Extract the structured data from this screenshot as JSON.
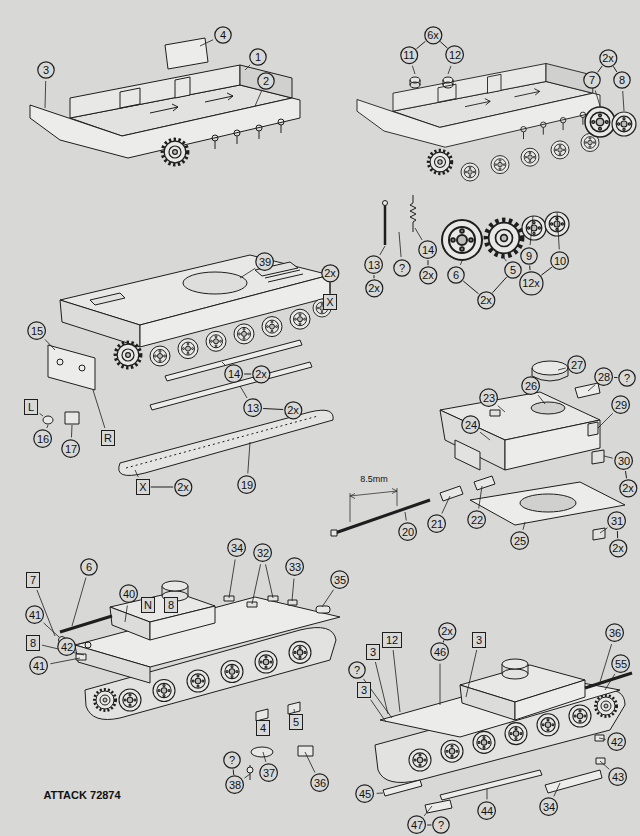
{
  "diagram": {
    "nodes": [
      {
        "text": [
          "4"
        ]
      },
      {
        "text": [
          "3"
        ]
      },
      {
        "text": [
          "1"
        ]
      },
      {
        "text": [
          "2"
        ]
      },
      {
        "text": [
          "6x"
        ]
      },
      {
        "text": [
          "11"
        ]
      },
      {
        "text": [
          "12"
        ]
      },
      {
        "text": [
          "2x"
        ]
      },
      {
        "text": [
          "7"
        ]
      },
      {
        "text": [
          "8"
        ]
      },
      {
        "text": [
          "14"
        ]
      },
      {
        "text": [
          "9"
        ]
      },
      {
        "text": [
          "10"
        ]
      },
      {
        "text": [
          "13"
        ]
      },
      {
        "text": [
          "?"
        ]
      },
      {
        "text": [
          "5"
        ]
      },
      {
        "text": [
          "2x"
        ]
      },
      {
        "text": [
          "6"
        ]
      },
      {
        "text": [
          "12x"
        ]
      },
      {
        "text": [
          "2x"
        ]
      },
      {
        "text": [
          "2x"
        ]
      },
      {
        "text": [
          "39"
        ]
      },
      {
        "text": [
          "2x"
        ]
      },
      {
        "text": [
          "X"
        ]
      },
      {
        "text": [
          "15"
        ]
      },
      {
        "text": [
          "14"
        ]
      },
      {
        "text": [
          "2x"
        ]
      },
      {
        "text": [
          "L"
        ]
      },
      {
        "text": [
          "13"
        ]
      },
      {
        "text": [
          "2x"
        ]
      },
      {
        "text": [
          "16"
        ]
      },
      {
        "text": [
          "R"
        ]
      },
      {
        "text": [
          "17"
        ]
      },
      {
        "text": [
          "X"
        ]
      },
      {
        "text": [
          "2x"
        ]
      },
      {
        "text": [
          "19"
        ]
      },
      {
        "text": [
          "27"
        ]
      },
      {
        "text": [
          "28"
        ]
      },
      {
        "text": [
          "?"
        ]
      },
      {
        "text": [
          "26"
        ]
      },
      {
        "text": [
          "23"
        ]
      },
      {
        "text": [
          "29"
        ]
      },
      {
        "text": [
          "24"
        ]
      },
      {
        "text": [
          "30"
        ]
      },
      {
        "text": [
          "2x"
        ]
      },
      {
        "text": [
          "22"
        ]
      },
      {
        "text": [
          "21"
        ]
      },
      {
        "text": [
          "31"
        ]
      },
      {
        "text": [
          "20"
        ]
      },
      {
        "text": [
          "25"
        ]
      },
      {
        "text": [
          "2x"
        ]
      },
      {
        "text": [
          "34"
        ]
      },
      {
        "text": [
          "32"
        ]
      },
      {
        "text": [
          "6"
        ]
      },
      {
        "text": [
          "33"
        ]
      },
      {
        "text": [
          "7"
        ]
      },
      {
        "text": [
          "35"
        ]
      },
      {
        "text": [
          "40"
        ]
      },
      {
        "text": [
          "N"
        ]
      },
      {
        "text": [
          "8"
        ]
      },
      {
        "text": [
          "41"
        ]
      },
      {
        "text": [
          "8"
        ]
      },
      {
        "text": [
          "42"
        ]
      },
      {
        "text": [
          "41"
        ]
      },
      {
        "text": [
          "5"
        ]
      },
      {
        "text": [
          "4"
        ]
      },
      {
        "text": [
          "?"
        ]
      },
      {
        "text": [
          "37"
        ]
      },
      {
        "text": [
          "38"
        ]
      },
      {
        "text": [
          "36"
        ]
      },
      {
        "text": [
          "2x"
        ]
      },
      {
        "text": [
          "36"
        ]
      },
      {
        "text": [
          "12"
        ]
      },
      {
        "text": [
          "3"
        ]
      },
      {
        "text": [
          "46"
        ]
      },
      {
        "text": [
          "3"
        ]
      },
      {
        "text": [
          "55"
        ]
      },
      {
        "text": [
          "?"
        ]
      },
      {
        "text": [
          "3"
        ]
      },
      {
        "text": [
          "42"
        ]
      },
      {
        "text": [
          "43"
        ]
      },
      {
        "text": [
          "45"
        ]
      },
      {
        "text": [
          "34"
        ]
      },
      {
        "text": [
          "44"
        ]
      },
      {
        "text": [
          "47"
        ]
      },
      {
        "text": [
          "?"
        ]
      }
    ],
    "edges": [
      {
        "from": 4,
        "to": 5,
        "arrow": "none"
      },
      {
        "from": 4,
        "to": 6,
        "arrow": "none"
      },
      {
        "from": 7,
        "to": 8,
        "arrow": "none"
      },
      {
        "from": 7,
        "to": 9,
        "arrow": "none"
      },
      {
        "from": 10,
        "to": 16,
        "arrow": "none"
      },
      {
        "from": 13,
        "to": 19,
        "arrow": "none"
      },
      {
        "from": 11,
        "to": 18,
        "arrow": "none"
      },
      {
        "from": 12,
        "to": 18,
        "arrow": "none"
      },
      {
        "from": 17,
        "to": 20,
        "arrow": "none"
      },
      {
        "from": 15,
        "to": 20,
        "arrow": "none"
      },
      {
        "from": 22,
        "to": 23,
        "arrow": "none"
      },
      {
        "from": 25,
        "to": 26,
        "arrow": "none"
      },
      {
        "from": 28,
        "to": 29,
        "arrow": "none"
      },
      {
        "from": 33,
        "to": 34,
        "arrow": "none"
      },
      {
        "from": 37,
        "to": 38,
        "arrow": "none"
      },
      {
        "from": 43,
        "to": 44,
        "arrow": "none"
      },
      {
        "from": 47,
        "to": 50,
        "arrow": "none"
      },
      {
        "from": 66,
        "to": 68,
        "arrow": "none"
      },
      {
        "from": 70,
        "to": 74,
        "arrow": "none"
      },
      {
        "from": 84,
        "to": 85,
        "arrow": "none"
      }
    ],
    "labels": [
      "8.5mm",
      "ATTACK 72874"
    ]
  }
}
